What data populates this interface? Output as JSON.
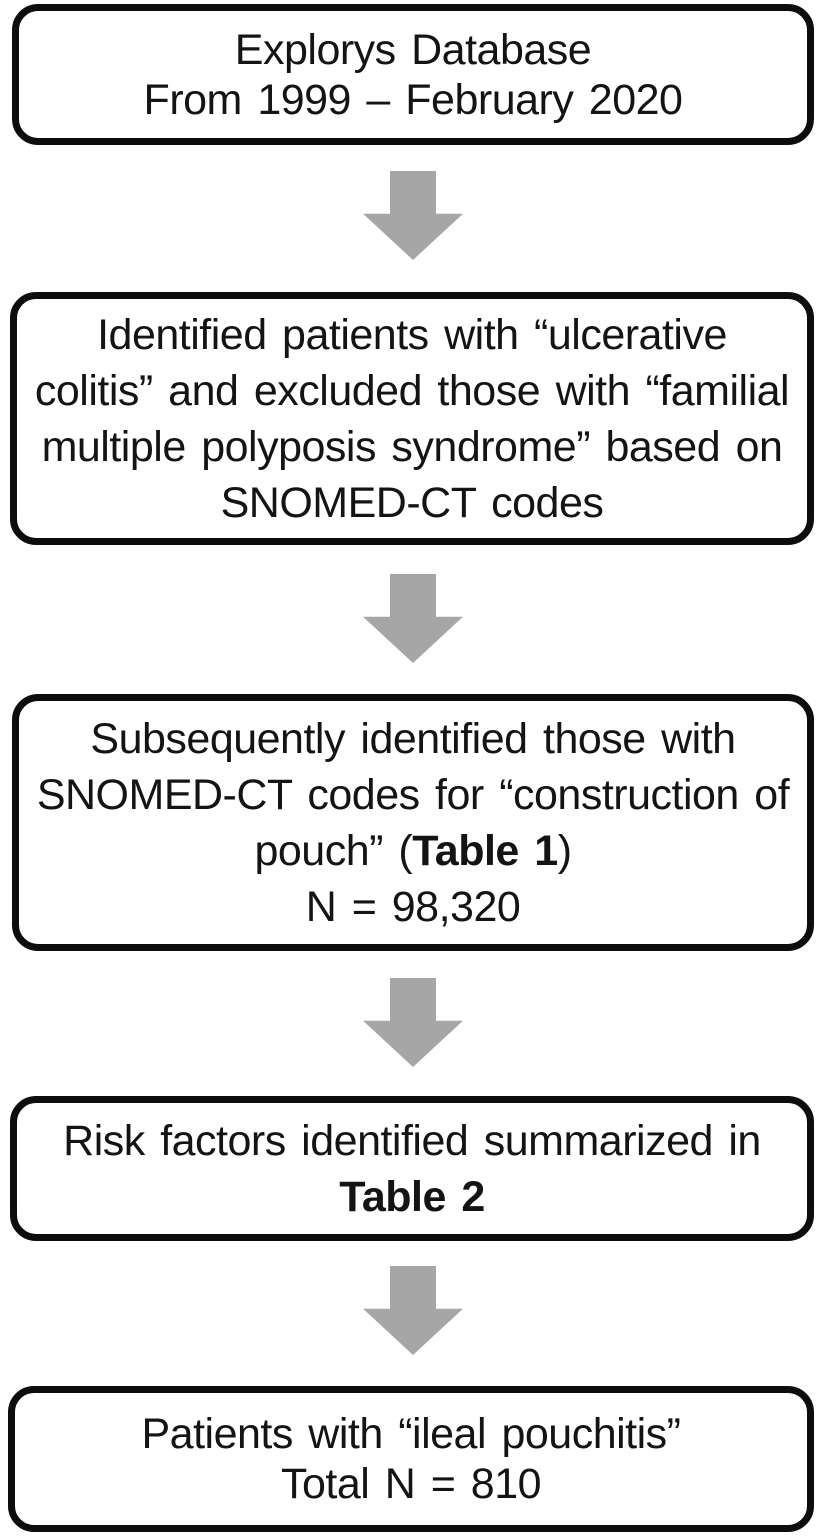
{
  "colors": {
    "background": "#ffffff",
    "box_border": "#0d0d0d",
    "text": "#141414",
    "arrow": "#a6a6a6"
  },
  "flow": {
    "box1": {
      "line1": "Explorys Database",
      "line2": "From 1999 – February 2020"
    },
    "box2": {
      "line1": "Identified patients with “ulcerative",
      "line2": "colitis” and excluded those with “familial",
      "line3": "multiple polyposis syndrome” based on",
      "line4": "SNOMED-CT codes"
    },
    "box3": {
      "line1": "Subsequently identified those with",
      "line2": "SNOMED-CT codes for “construction of",
      "line3_pre": "pouch” (",
      "line3_bold": "Table 1",
      "line3_post": ")",
      "line4": "N = 98,320"
    },
    "box4": {
      "line1": "Risk factors identified summarized in",
      "line2_bold": "Table 2"
    },
    "box5": {
      "line1": "Patients with “ileal pouchitis”",
      "line2": "Total N = 810"
    }
  }
}
